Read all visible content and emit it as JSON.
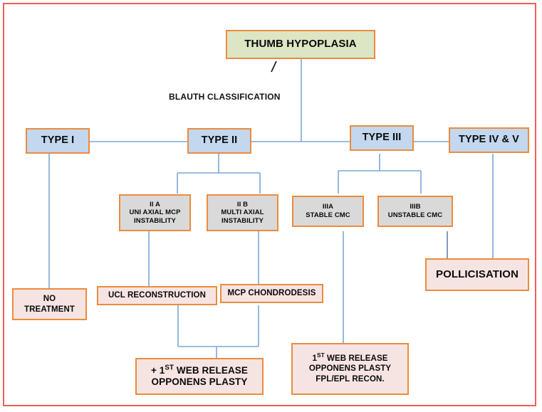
{
  "diagram": {
    "title": "Thumb Hypoplasia Blauth Classification Treatment Algorithm",
    "frame_color": "#f25c5c",
    "connector_color": "#7ba7d4",
    "node_border_color": "#ed8b3c",
    "annotation_label": "BLAUTH CLASSIFICATION",
    "colors": {
      "green_fill": "#dce5c4",
      "blue_fill": "#c3d7ef",
      "gray_fill": "#d9d9d9",
      "pink_fill": "#f6e4e3"
    }
  },
  "nodes": {
    "root": {
      "label": "THUMB HYPOPLASIA"
    },
    "type1": {
      "label": "TYPE I"
    },
    "type2": {
      "label": "TYPE II"
    },
    "type3": {
      "label": "TYPE III"
    },
    "type45": {
      "label": "TYPE IV & V"
    },
    "iia": {
      "line1": "II A",
      "line2": "UNI AXIAL MCP",
      "line3": "INSTABILITY"
    },
    "iib": {
      "line1": "II B",
      "line2": "MULTI AXIAL",
      "line3": "INSTABILITY"
    },
    "iiia": {
      "line1": "IIIA",
      "line2": "STABLE CMC"
    },
    "iiib": {
      "line1": "IIIB",
      "line2": "UNSTABLE CMC"
    },
    "no_treatment": {
      "line1": "NO",
      "line2": "TREATMENT"
    },
    "ucl": {
      "label": "UCL RECONSTRUCTION"
    },
    "mcp_chondrodesis": {
      "label": "MCP CHONDRODESIS"
    },
    "web_opponens": {
      "line1_pre": "+ 1",
      "line1_sup": "ST",
      "line1_post": " WEB RELEASE",
      "line2": "OPPONENS PLASTY"
    },
    "web_opponens_fpl": {
      "line1_pre": "1",
      "line1_sup": "ST",
      "line1_post": " WEB RELEASE",
      "line2": "OPPONENS PLASTY",
      "line3": "FPL/EPL RECON."
    },
    "pollicisation": {
      "label": "POLLICISATION"
    }
  }
}
